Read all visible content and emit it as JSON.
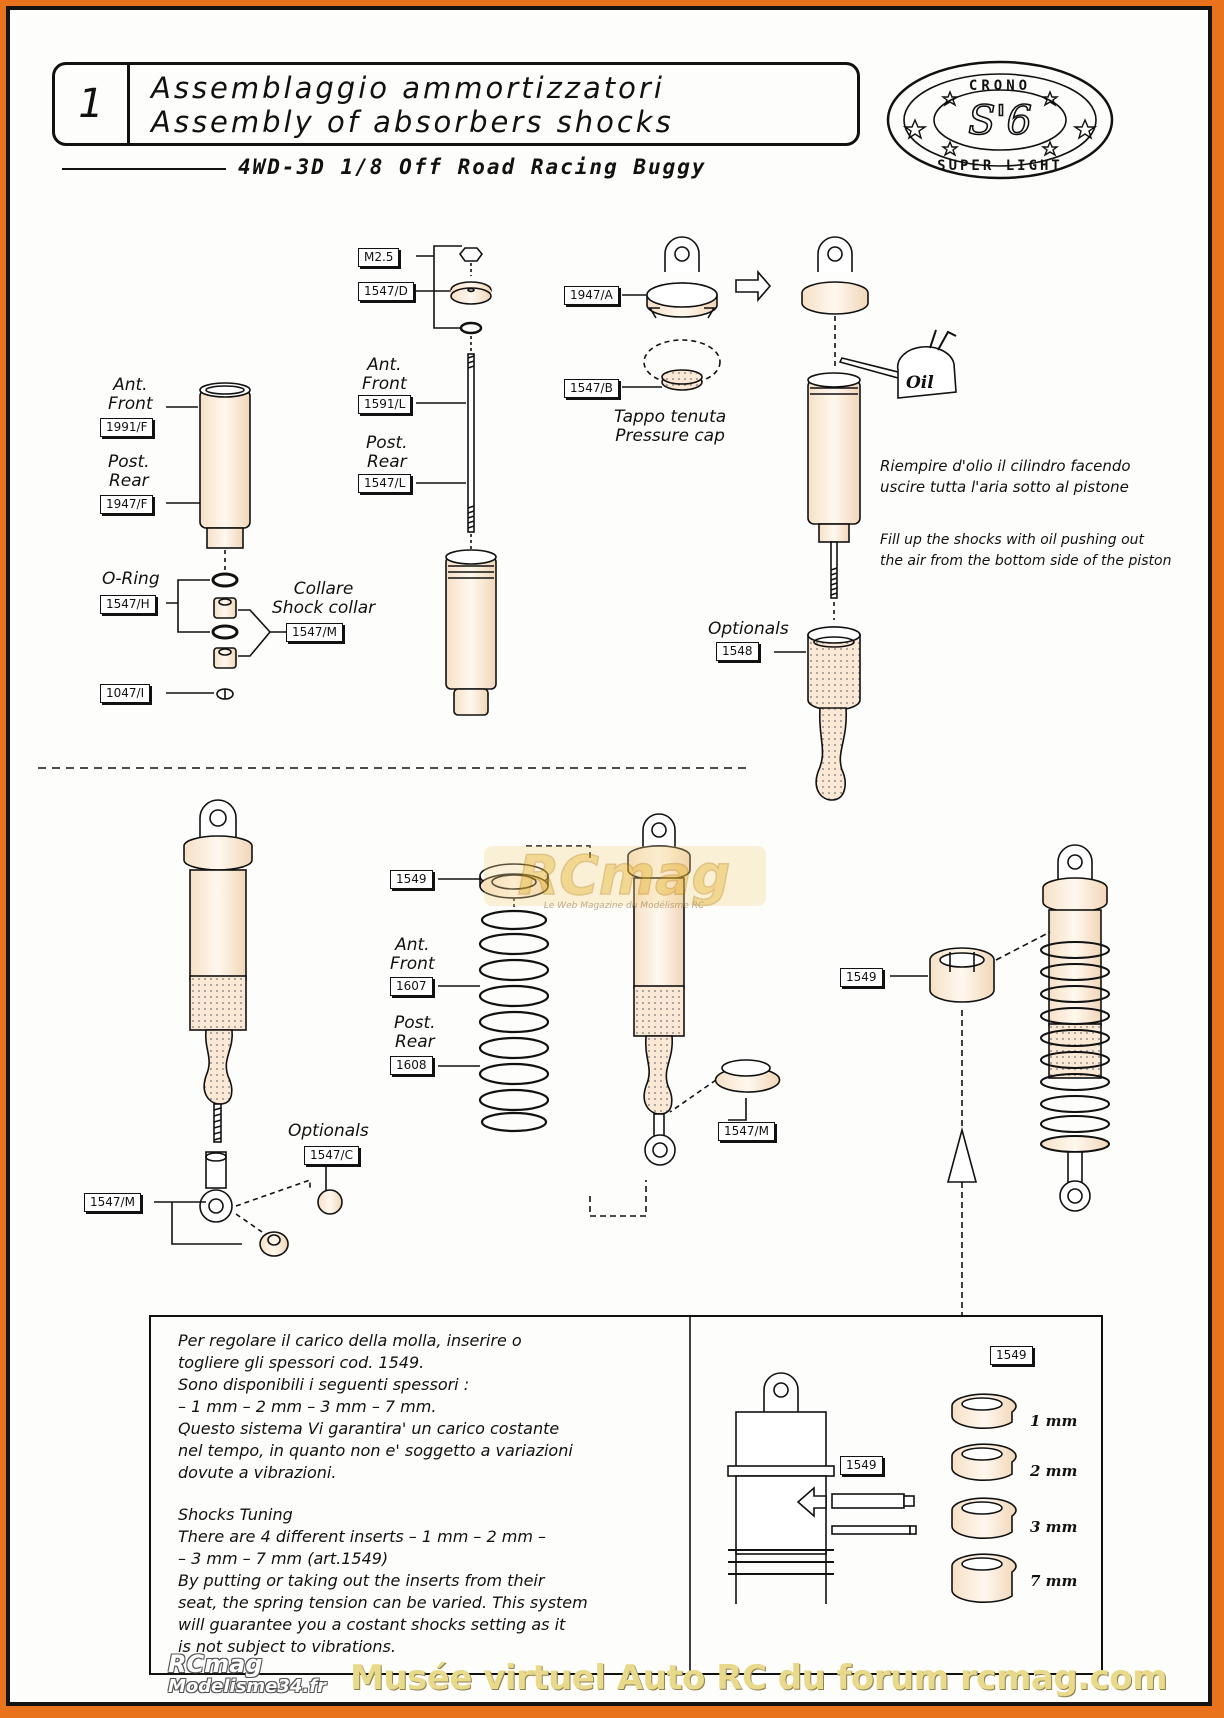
{
  "header": {
    "step": "1",
    "title_it": "Assemblaggio ammortizzatori",
    "title_en": "Assembly of absorbers shocks",
    "subtitle": "4WD-3D 1/8 Off Road Racing Buggy"
  },
  "logo": {
    "top": "CRONO",
    "center": "S'6",
    "bottom": "SUPER LIGHT"
  },
  "labels": {
    "ant_front": "Ant.\nFront",
    "post_rear": "Post.\nRear",
    "o_ring": "O-Ring",
    "collare": "Collare\nShock collar",
    "tappo": "Tappo tenuta\nPressure cap",
    "optionals": "Optionals",
    "oil": "Oil"
  },
  "parts": {
    "p1991F": "1991/F",
    "p1947F": "1947/F",
    "p1547H": "1547/H",
    "p1547M": "1547/M",
    "p1047I": "1047/I",
    "pM25": "M2.5",
    "p1547D": "1547/D",
    "p1591L": "1591/L",
    "p1547L": "1547/L",
    "p1947A": "1947/A",
    "p1547B": "1547/B",
    "p1548": "1548",
    "p1549": "1549",
    "p1607": "1607",
    "p1608": "1608",
    "p1547C": "1547/C"
  },
  "instructions": {
    "it": "Riempire d'olio il cilindro facendo\nuscire tutta l'aria sotto al pistone",
    "en": "Fill up the shocks with oil pushing out\nthe air from the bottom side of the piston"
  },
  "tuning_box": {
    "it": "Per regolare il carico della molla, inserire o\ntogliere gli spessori cod. 1549.\nSono disponibili i seguenti spessori :\n– 1 mm – 2 mm – 3 mm – 7 mm.\nQuesto sistema Vi garantira' un carico costante\nnel tempo, in quanto non e' soggetto a variazioni\ndovute a vibrazioni.",
    "en_title": "Shocks Tuning",
    "en": "There are 4 different inserts – 1 mm – 2 mm –\n– 3 mm – 7 mm (art.1549)\nBy putting or taking out the inserts from their\nseat, the spring tension can be varied. This system\nwill guarantee you a costant shocks setting as it\nis not subject to vibrations.",
    "sizes": [
      "1 mm",
      "2 mm",
      "3 mm",
      "7 mm"
    ]
  },
  "watermark": {
    "center_logo": "RCmag",
    "center_tagline": "Le Web Magazine du Modélisme RC",
    "footer_logo1": "RCmag",
    "footer_logo2": "Modelisme34.fr",
    "footer_text": "Musée virtuel Auto RC du forum rcmag.com"
  }
}
